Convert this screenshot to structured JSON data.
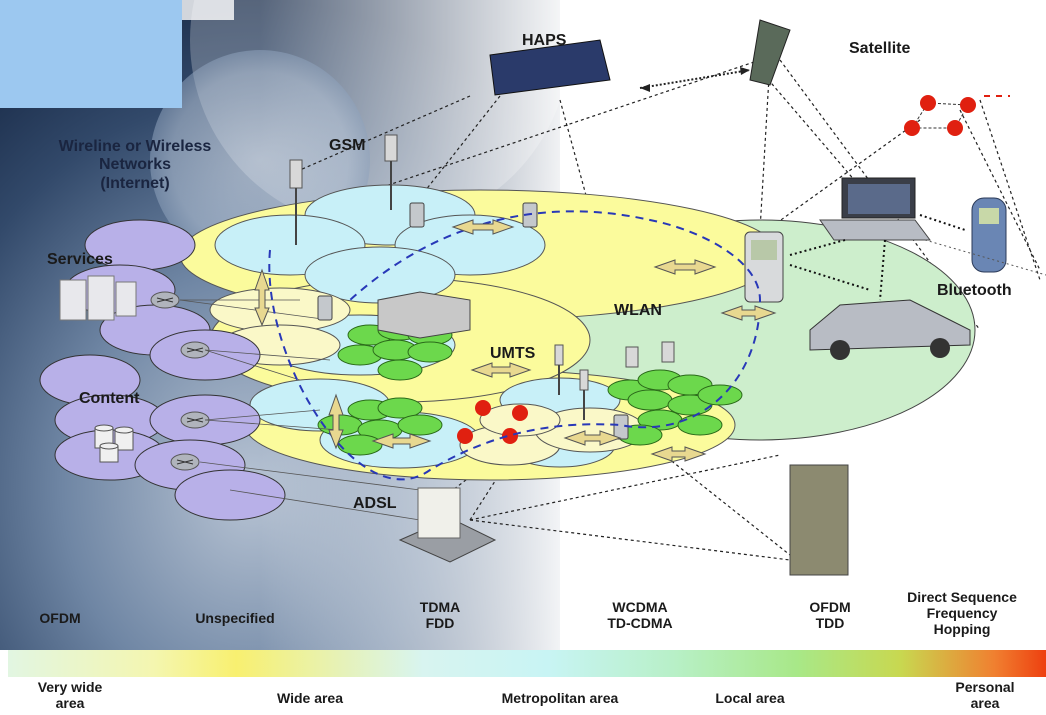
{
  "nodes": {
    "haps": "HAPS",
    "satellite": "Satellite",
    "gsm": "GSM",
    "wireline": "Wireline or Wireless\nNetworks\n(Internet)",
    "services": "Services",
    "content": "Content",
    "wlan": "WLAN",
    "umts": "UMTS",
    "adsl": "ADSL",
    "bluetooth": "Bluetooth"
  },
  "technologies": [
    "OFDM",
    "Unspecified",
    "TDMA\nFDD",
    "WCDMA\nTD-CDMA",
    "OFDM\nTDD",
    "Direct Sequence\nFrequency\nHopping"
  ],
  "areas": [
    "Very wide\narea",
    "Wide area",
    "Metropolitan area",
    "Local area",
    "Personal\narea"
  ],
  "colors": {
    "background_dark": "#2c4a6e",
    "sky_blue": "#9cc8f0",
    "yellow_cell": "#fbfb9c",
    "cyan_cell": "#c8f0f8",
    "green_cell": "#cdeecc",
    "wlan_green": "#6cd84c",
    "lavender": "#b8b0e8",
    "bluetooth_red": "#e02010"
  }
}
